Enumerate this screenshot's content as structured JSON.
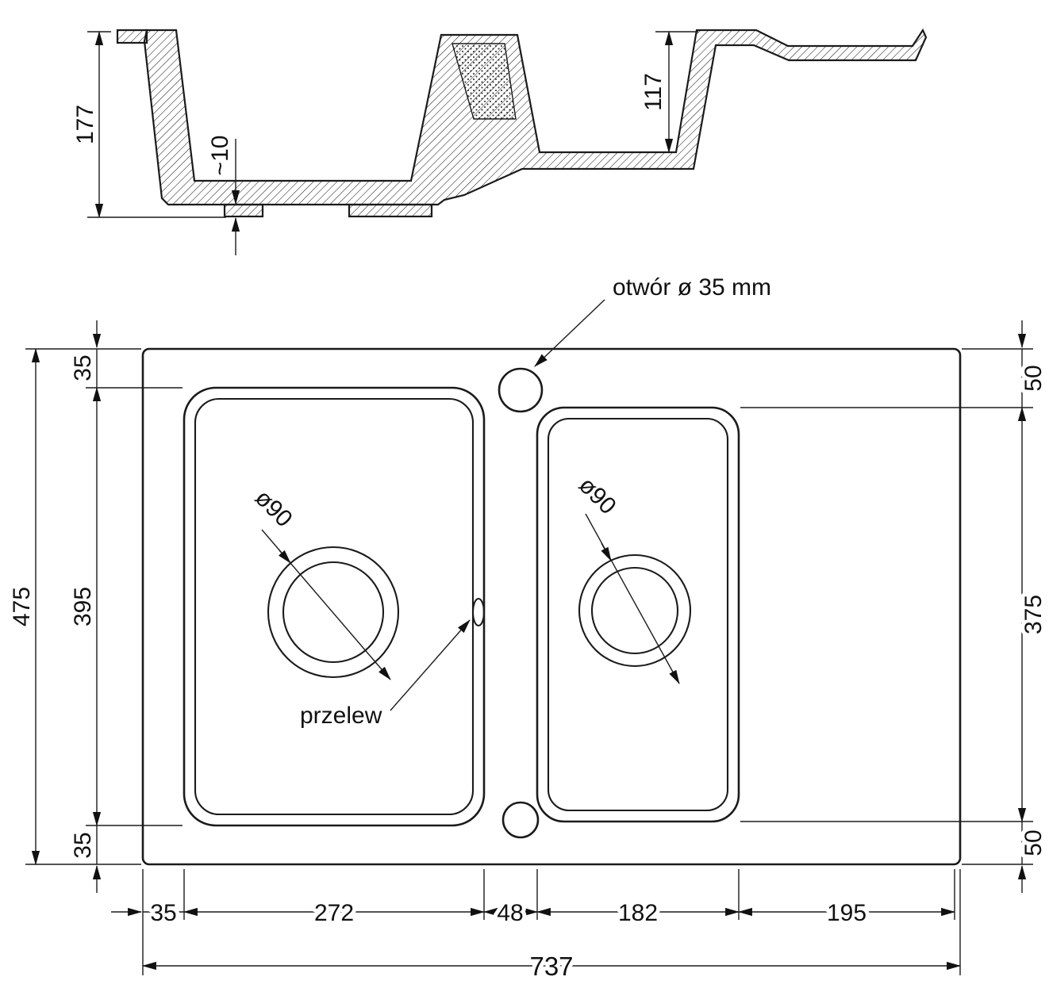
{
  "section": {
    "depth_left_label": "177",
    "recess_label": "~10",
    "depth_right_label": "117"
  },
  "plan": {
    "tap_hole_label": "otwór ø 35 mm",
    "overflow_label": "przelew",
    "drain_left_label": "ø90",
    "drain_right_label": "ø90",
    "dims": {
      "overall_height": "475",
      "left_top": "35",
      "left_bowl": "395",
      "left_bottom": "35",
      "right_top": "50",
      "right_bowl": "375",
      "right_bottom": "50",
      "bottom": [
        "35",
        "272",
        "48",
        "182",
        "195"
      ],
      "overall_width": "737"
    }
  }
}
